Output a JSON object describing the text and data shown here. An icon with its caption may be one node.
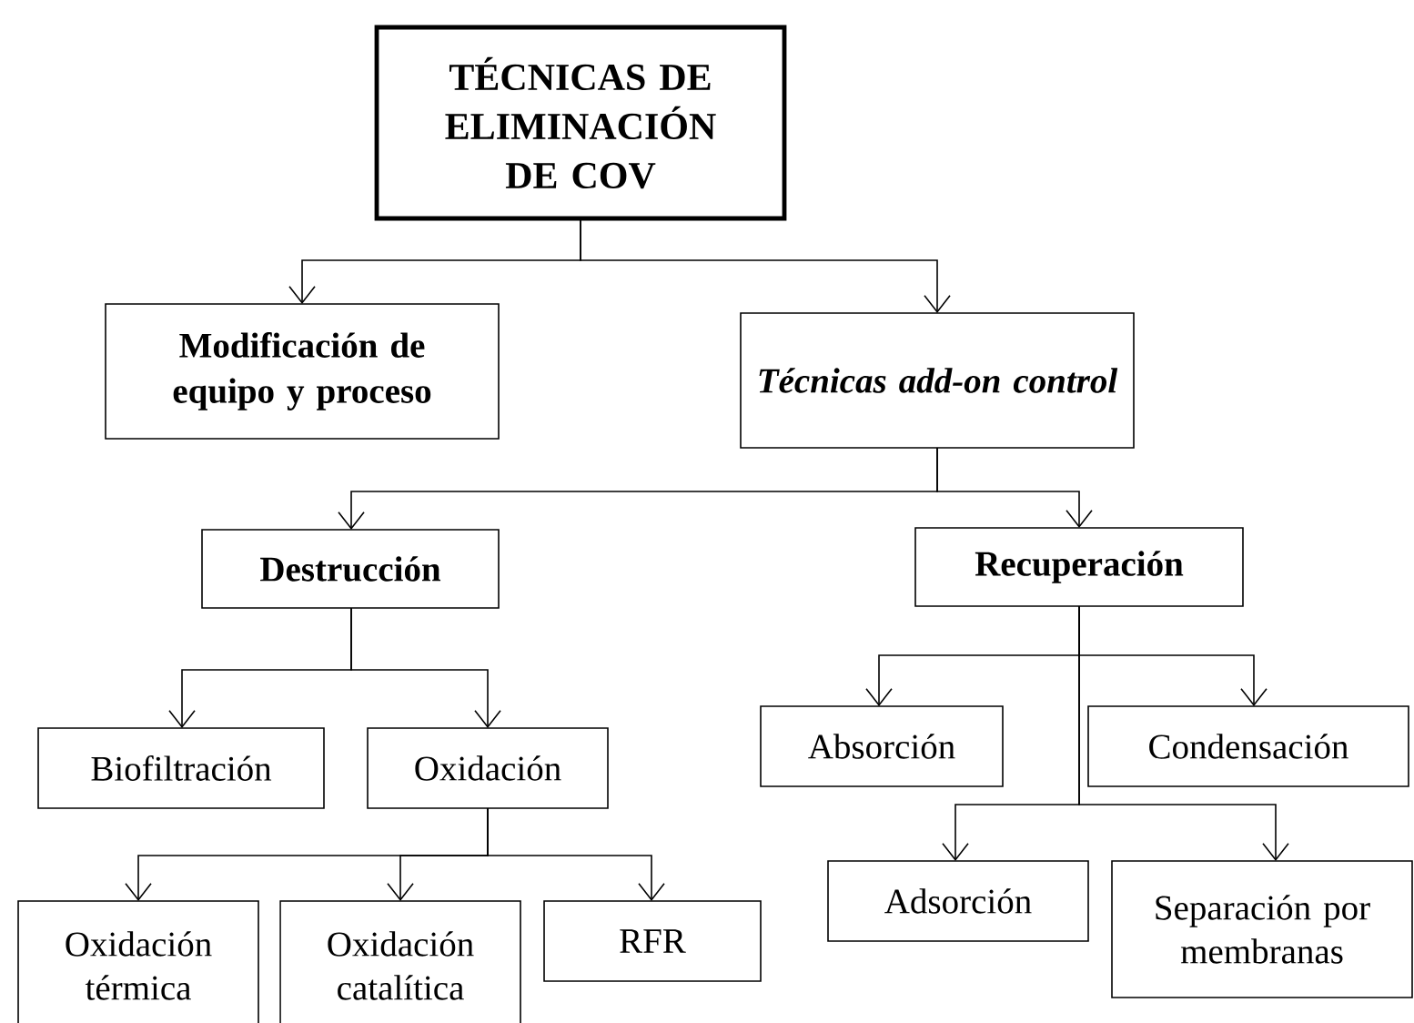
{
  "diagram": {
    "nodes": [
      {
        "text": [
          "TÉCNICAS DE ELIMINACIÓN DE COV"
        ]
      },
      {
        "text": [
          "Modificación de equipo y proceso"
        ]
      },
      {
        "text": [
          "Técnicas add-on control"
        ]
      },
      {
        "text": [
          "Destrucción"
        ]
      },
      {
        "text": [
          "Recuperación"
        ]
      },
      {
        "text": [
          "Biofiltración"
        ]
      },
      {
        "text": [
          "Oxidación"
        ]
      },
      {
        "text": [
          "Absorción"
        ]
      },
      {
        "text": [
          "Condensación"
        ]
      },
      {
        "text": [
          "Oxidación térmica"
        ]
      },
      {
        "text": [
          "Oxidación catalítica"
        ]
      },
      {
        "text": [
          "RFR"
        ]
      },
      {
        "text": [
          "Adsorción"
        ]
      },
      {
        "text": [
          "Separación por membranas"
        ]
      }
    ],
    "edges": [
      {
        "from": 0,
        "to": 1,
        "arrow": "to"
      },
      {
        "from": 0,
        "to": 2,
        "arrow": "to"
      },
      {
        "from": 2,
        "to": 3,
        "arrow": "to"
      },
      {
        "from": 2,
        "to": 4,
        "arrow": "to"
      },
      {
        "from": 3,
        "to": 5,
        "arrow": "to"
      },
      {
        "from": 3,
        "to": 6,
        "arrow": "to"
      },
      {
        "from": 6,
        "to": 9,
        "arrow": "to"
      },
      {
        "from": 6,
        "to": 10,
        "arrow": "to"
      },
      {
        "from": 6,
        "to": 11,
        "arrow": "to"
      },
      {
        "from": 4,
        "to": 7,
        "arrow": "to"
      },
      {
        "from": 4,
        "to": 8,
        "arrow": "to"
      },
      {
        "from": 4,
        "to": 12,
        "arrow": "to"
      },
      {
        "from": 4,
        "to": 13,
        "arrow": "to"
      }
    ]
  }
}
